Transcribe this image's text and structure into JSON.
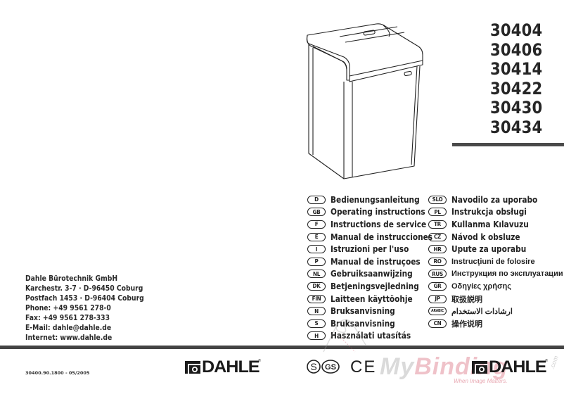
{
  "models": [
    "30404",
    "30406",
    "30414",
    "30422",
    "30430",
    "30434"
  ],
  "languages_left": [
    {
      "code": "D",
      "label": "Bedienungsanleitung"
    },
    {
      "code": "GB",
      "label": "Operating instructions"
    },
    {
      "code": "F",
      "label": "Instructions de service"
    },
    {
      "code": "E",
      "label": "Manual de instrucciones"
    },
    {
      "code": "I",
      "label": "Istruzioni per l'uso"
    },
    {
      "code": "P",
      "label": "Manual de instruçoes"
    },
    {
      "code": "NL",
      "label": "Gebruiksaanwijzing"
    },
    {
      "code": "DK",
      "label": "Betjeningsvejledning"
    },
    {
      "code": "FIN",
      "label": "Laitteen käyttöohje"
    },
    {
      "code": "N",
      "label": "Bruksanvisning"
    },
    {
      "code": "S",
      "label": "Bruksanvisning"
    },
    {
      "code": "H",
      "label": "Használati utasítás"
    }
  ],
  "languages_right": [
    {
      "code": "SLO",
      "label": "Navodilo za uporabo"
    },
    {
      "code": "PL",
      "label": "Instrukcja obsługi"
    },
    {
      "code": "TR",
      "label": "Kullanma Kılavuzu"
    },
    {
      "code": "CZ",
      "label": "Návod k obsluze"
    },
    {
      "code": "HR",
      "label": "Upute za uporabu"
    },
    {
      "code": "RO",
      "label": "Instrucţiuni de folosire"
    },
    {
      "code": "RUS",
      "label": "Инструкция по эксплуатации"
    },
    {
      "code": "GR",
      "label": "Οδηγίες χρήσης"
    },
    {
      "code": "JP",
      "label": "取扱説明"
    },
    {
      "code": "ARABIC",
      "label": "ارشادات الاستخدام"
    },
    {
      "code": "CN",
      "label": "操作说明"
    }
  ],
  "address": {
    "company": "Dahle Bürotechnik GmbH",
    "street": "Karchestr. 3-7 · D-96450 Coburg",
    "postbox": "Postfach 1453 · D-96404 Coburg",
    "phone": "Phone: +49 9561 278-0",
    "fax": "Fax: +49 9561 278-333",
    "email": "E-Mail: dahle@dahle.de",
    "internet": "Internet: www.dahle.de"
  },
  "footer": {
    "doc_code": "30400.90.1800 - 05/2005",
    "brand": "DAHLE",
    "registered": "®",
    "ce": "CE",
    "cert_s": "S",
    "cert_gs": "GS"
  },
  "watermark": {
    "part1": "My",
    "part2": "Binding",
    "tagline": "When Image Matters.",
    "com": ".com"
  },
  "colors": {
    "rule": "#444444",
    "text": "#222222",
    "watermark_pink": "#d25064"
  }
}
